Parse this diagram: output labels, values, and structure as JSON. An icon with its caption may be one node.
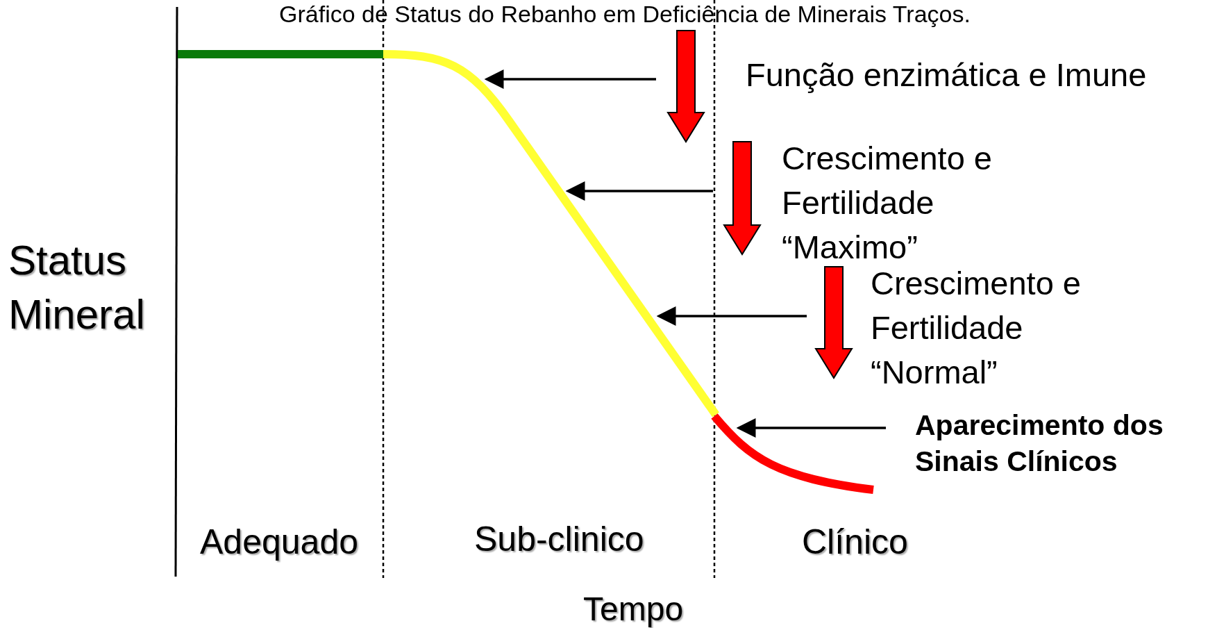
{
  "diagram": {
    "title": "Gráfico de Status do Rebanho em Deficiência de Minerais Traços.",
    "nodes": [
      {
        "text": [
          "Função enzimática e Imune"
        ]
      },
      {
        "text": [
          "Crescimento e Fertilidade “Maximo”"
        ]
      },
      {
        "text": [
          "Crescimento e Fertilidade “Normal”"
        ]
      },
      {
        "text": [
          "Aparecimento dos Sinais Clínicos"
        ]
      }
    ],
    "edges": [
      {
        "from": 0,
        "to": null,
        "arrow": "to"
      },
      {
        "from": 1,
        "to": null,
        "arrow": "to"
      },
      {
        "from": 2,
        "to": null,
        "arrow": "to"
      },
      {
        "from": 3,
        "to": null,
        "arrow": "to"
      }
    ],
    "labels": [
      "Status Mineral",
      "Adequado",
      "Sub-clinico",
      "Clínico",
      "Tempo"
    ]
  }
}
